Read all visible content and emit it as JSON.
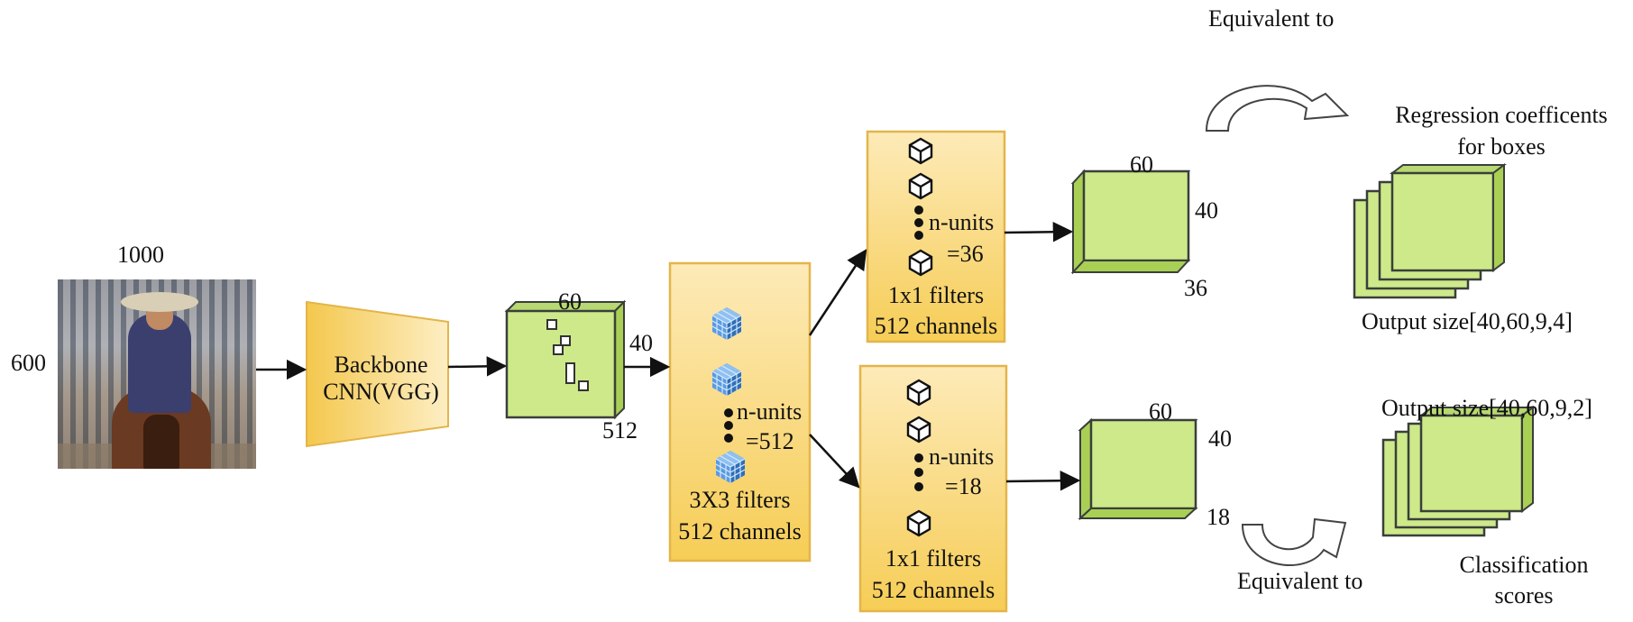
{
  "input": {
    "width_label": "1000",
    "height_label": "600",
    "image_alt": "cowboy riding horse photo"
  },
  "backbone": {
    "line1": "Backbone",
    "line2": "CNN(VGG)"
  },
  "feature_map": {
    "width": "60",
    "height": "40",
    "depth": "512"
  },
  "conv3x3": {
    "n_units_1": "n-units",
    "n_units_2": "=512",
    "filters": "3X3 filters",
    "channels": "512 channels"
  },
  "reg_branch": {
    "n_units_1": "n-units",
    "n_units_2": "=36",
    "filters": "1x1 filters",
    "channels": "512 channels",
    "out_width": "60",
    "out_height": "40",
    "out_depth": "36",
    "equivalent": "Equivalent to",
    "title_line1": "Regression coefficents",
    "title_line2": "for boxes",
    "output_size": "Output size[40,60,9,4]"
  },
  "cls_branch": {
    "n_units_1": "n-units",
    "n_units_2": "=18",
    "filters": "1x1 filters",
    "channels": "512 channels",
    "out_width": "60",
    "out_height": "40",
    "out_depth": "18",
    "equivalent": "Equivalent to",
    "output_size": "Output size[40,60,9,2]",
    "title_line1": "Classification",
    "title_line2": "scores"
  },
  "colors": {
    "box_green_front": "#cde98a",
    "box_green_side": "#a9cf55",
    "box_stroke": "#3a3f3a",
    "orange_fill_top": "#fdeab8",
    "orange_fill_bottom": "#f7cf5a",
    "orange_stroke": "#e3b54a",
    "cube_blue": "#4a90d9"
  }
}
